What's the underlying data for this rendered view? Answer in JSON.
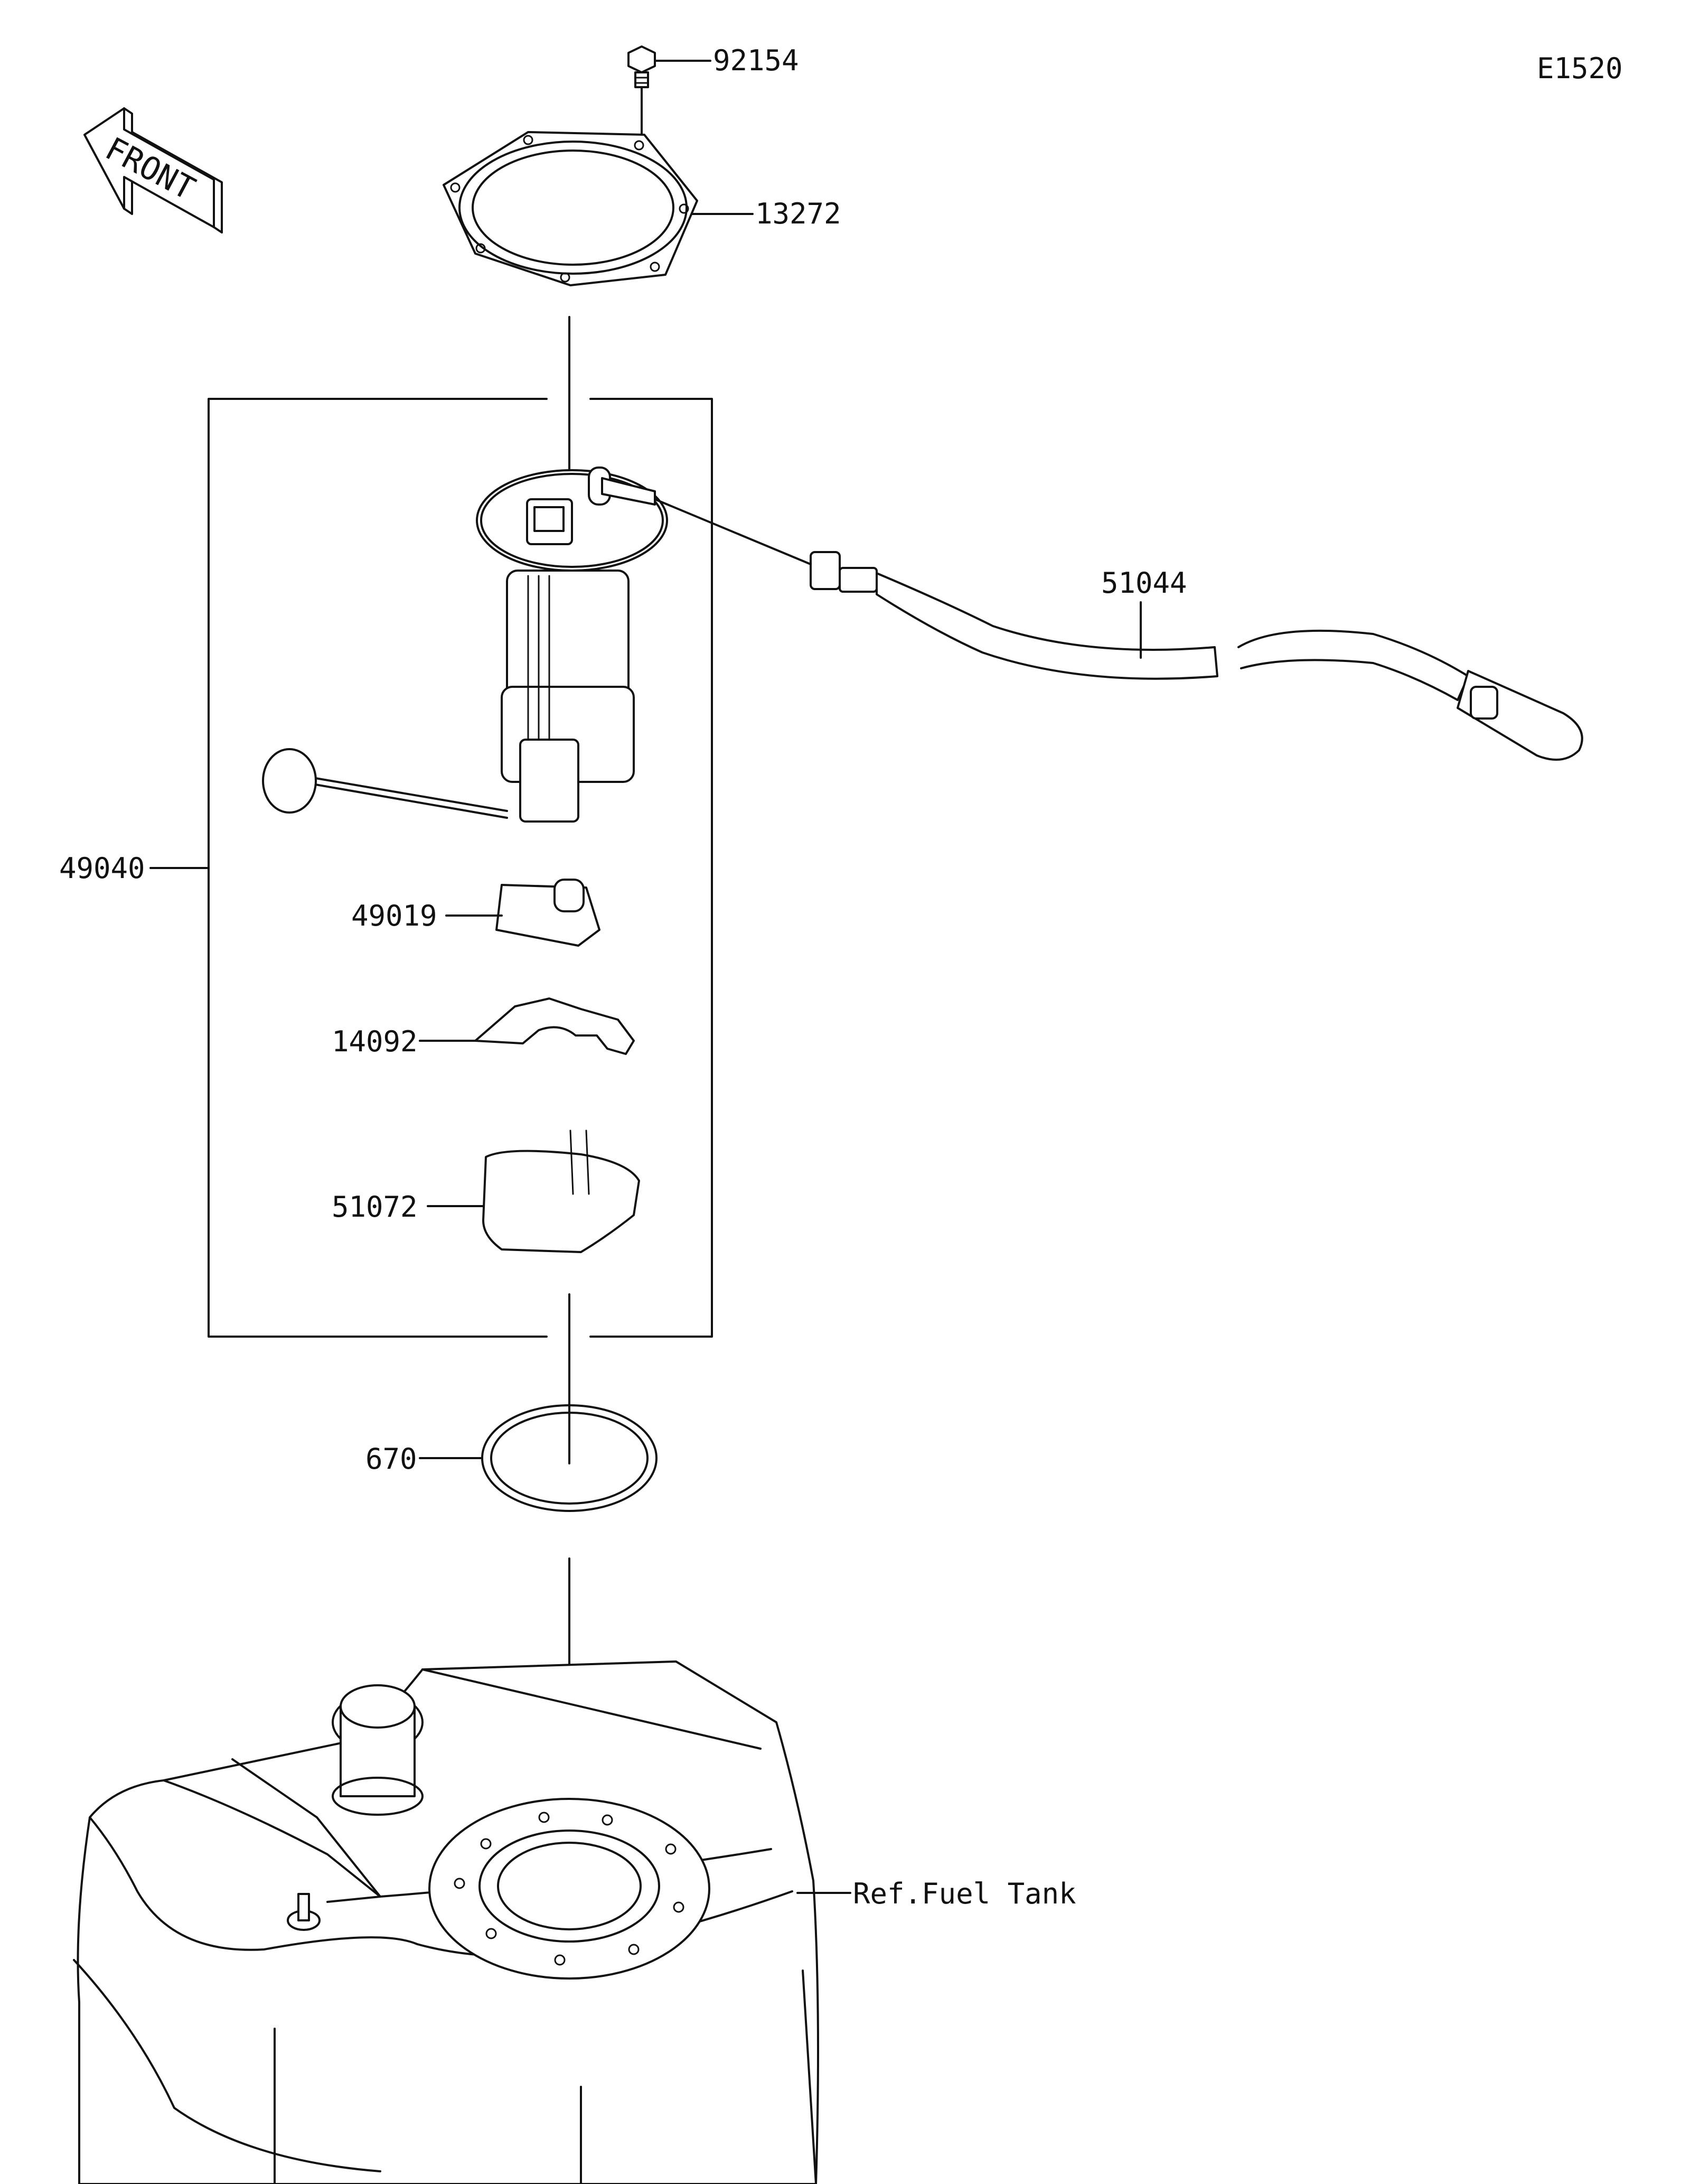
{
  "diagram": {
    "code": "E1520",
    "front_label": "FRONT",
    "reference_label": "Ref.Fuel Tank",
    "parts": [
      {
        "number": "92154"
      },
      {
        "number": "13272"
      },
      {
        "number": "51044"
      },
      {
        "number": "49040"
      },
      {
        "number": "49019"
      },
      {
        "number": "14092"
      },
      {
        "number": "51072"
      },
      {
        "number": "670"
      }
    ]
  }
}
